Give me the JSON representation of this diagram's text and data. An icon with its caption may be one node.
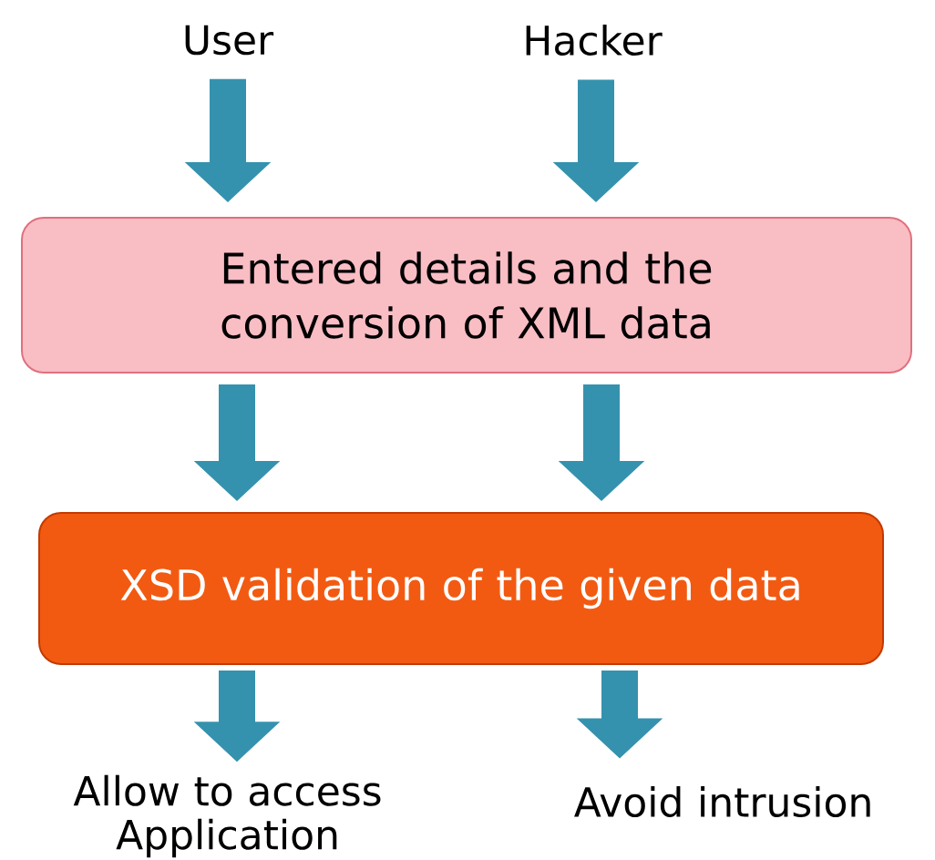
{
  "diagram": {
    "nodes": [
      {
        "text": [
          "User"
        ]
      },
      {
        "text": [
          "Hacker"
        ]
      },
      {
        "text": [
          "Entered details and the conversion of XML data"
        ]
      },
      {
        "text": [
          "XSD validation of the given data"
        ]
      },
      {
        "text": [
          "Allow to access Application"
        ]
      },
      {
        "text": [
          "Avoid intrusion"
        ]
      }
    ],
    "edges": [
      {
        "from": 0,
        "to": 2,
        "arrow": "to"
      },
      {
        "from": 1,
        "to": 2,
        "arrow": "to"
      },
      {
        "from": 2,
        "to": 3,
        "arrow": "to"
      },
      {
        "from": 2,
        "to": 3,
        "arrow": "to"
      },
      {
        "from": 3,
        "to": 4,
        "arrow": "to"
      },
      {
        "from": 3,
        "to": 5,
        "arrow": "to"
      }
    ]
  }
}
